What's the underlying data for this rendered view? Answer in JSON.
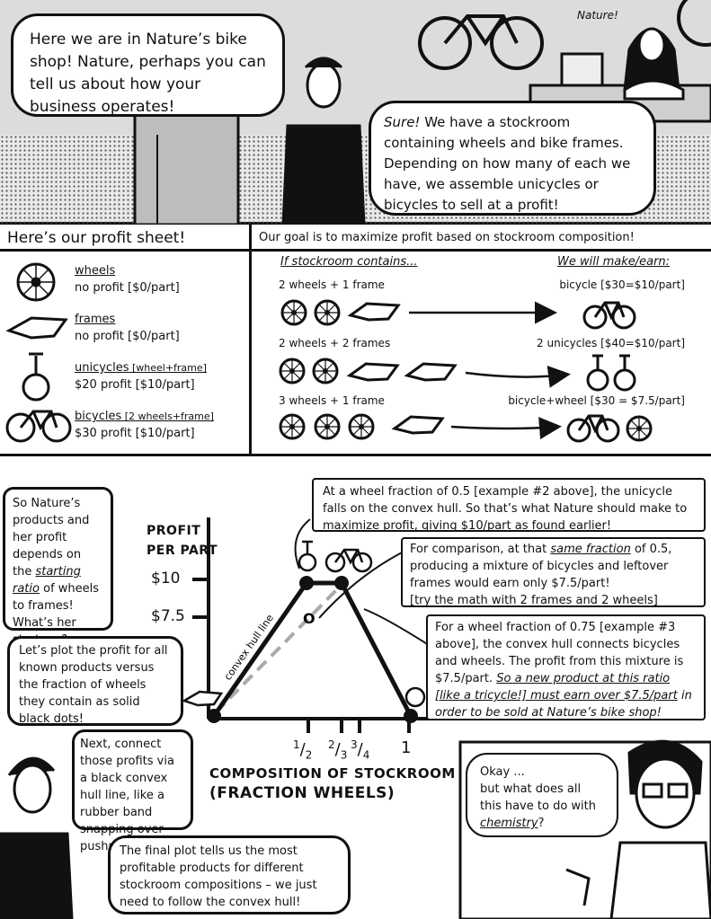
{
  "top": {
    "nature_tag": "Nature!",
    "host_speech": "Here we are in Nature’s bike shop! Nature, perhaps you can tell us about how your business operates!",
    "nature_speech_lead": "Sure!",
    "nature_speech_rest": " We have a stockroom containing wheels and bike frames. Depending on how many of each we have, we assemble unicycles or bicycles to sell at a profit!"
  },
  "profit_sheet": {
    "title": "Here’s our profit sheet!",
    "items": [
      {
        "name": "wheels",
        "detail": "",
        "profit": "no profit [$0/part]",
        "icon": "wheel-icon"
      },
      {
        "name": "frames",
        "detail": "",
        "profit": "no profit [$0/part]",
        "icon": "frame-icon"
      },
      {
        "name": "unicycles",
        "detail": " [wheel+frame]",
        "profit": "$20 profit [$10/part]",
        "icon": "unicycle-icon"
      },
      {
        "name": "bicycles",
        "detail": " [2 wheels+frame]",
        "profit": "$30 profit [$10/part]",
        "icon": "bicycle-icon"
      }
    ]
  },
  "goal": {
    "title": "Our goal is to maximize profit based on stockroom composition!",
    "left_header": "If stockroom contains...",
    "right_header": "We will make/earn:",
    "rows": [
      {
        "contains": "2 wheels + 1 frame",
        "earn": "bicycle [$30=$10/part]"
      },
      {
        "contains": "2 wheels + 2 frames",
        "earn": "2 unicycles [$40=$10/part]"
      },
      {
        "contains": "3 wheels + 1 frame",
        "earn": "bicycle+wheel [$30 = $7.5/part]"
      }
    ]
  },
  "plot": {
    "ylabel_line1": "PROFIT",
    "ylabel_line2": "PER PART",
    "ytick_10": "$10",
    "ytick_75": "$7.5",
    "xlabel_line1": "COMPOSITION OF STOCKROOM",
    "xlabel_line2": "(FRACTION WHEELS)",
    "xtick_1": "1",
    "hull_label": "convex hull line",
    "open_circle": "O"
  },
  "notes": {
    "note_a_1": "So Nature’s products and her profit depends on the ",
    "note_a_u": "starting ratio",
    "note_a_2": " of wheels to frames! What’s her strategy?",
    "note_b": "Let’s plot the profit for all known products versus the fraction of wheels they contain as solid black dots!",
    "note_c": "Next, connect those profits via a black convex hull line, like a rubber band snapping over pushpins!",
    "note_d": "The final plot tells us the most profitable products for different stockroom compositions – we just need to follow the convex hull!",
    "box1": "At a wheel fraction of 0.5 [example #2 above], the unicycle falls on the convex hull. So that’s what Nature should make to maximize profit, giving $10/part as found earlier!",
    "box2_1": "For comparison, at that ",
    "box2_u": "same fraction",
    "box2_2": " of 0.5, producing a mixture of bicycles and leftover frames would earn only $7.5/part!",
    "box2_3": "[try the math with 2 frames and 2 wheels]",
    "box3_1": "For a wheel fraction of 0.75 [example #3 above], the convex hull connects bicycles and wheels. The profit from this mixture is $7.5/part. ",
    "box3_u": "So a new product at this ratio [like a tricycle!] must earn over $7.5/part",
    "box3_2": " in order to be sold at Nature’s bike shop!",
    "scientist_1": "Okay ...",
    "scientist_2": "but what does all this have to do with ",
    "scientist_u": "chemistry",
    "scientist_3": "?"
  }
}
